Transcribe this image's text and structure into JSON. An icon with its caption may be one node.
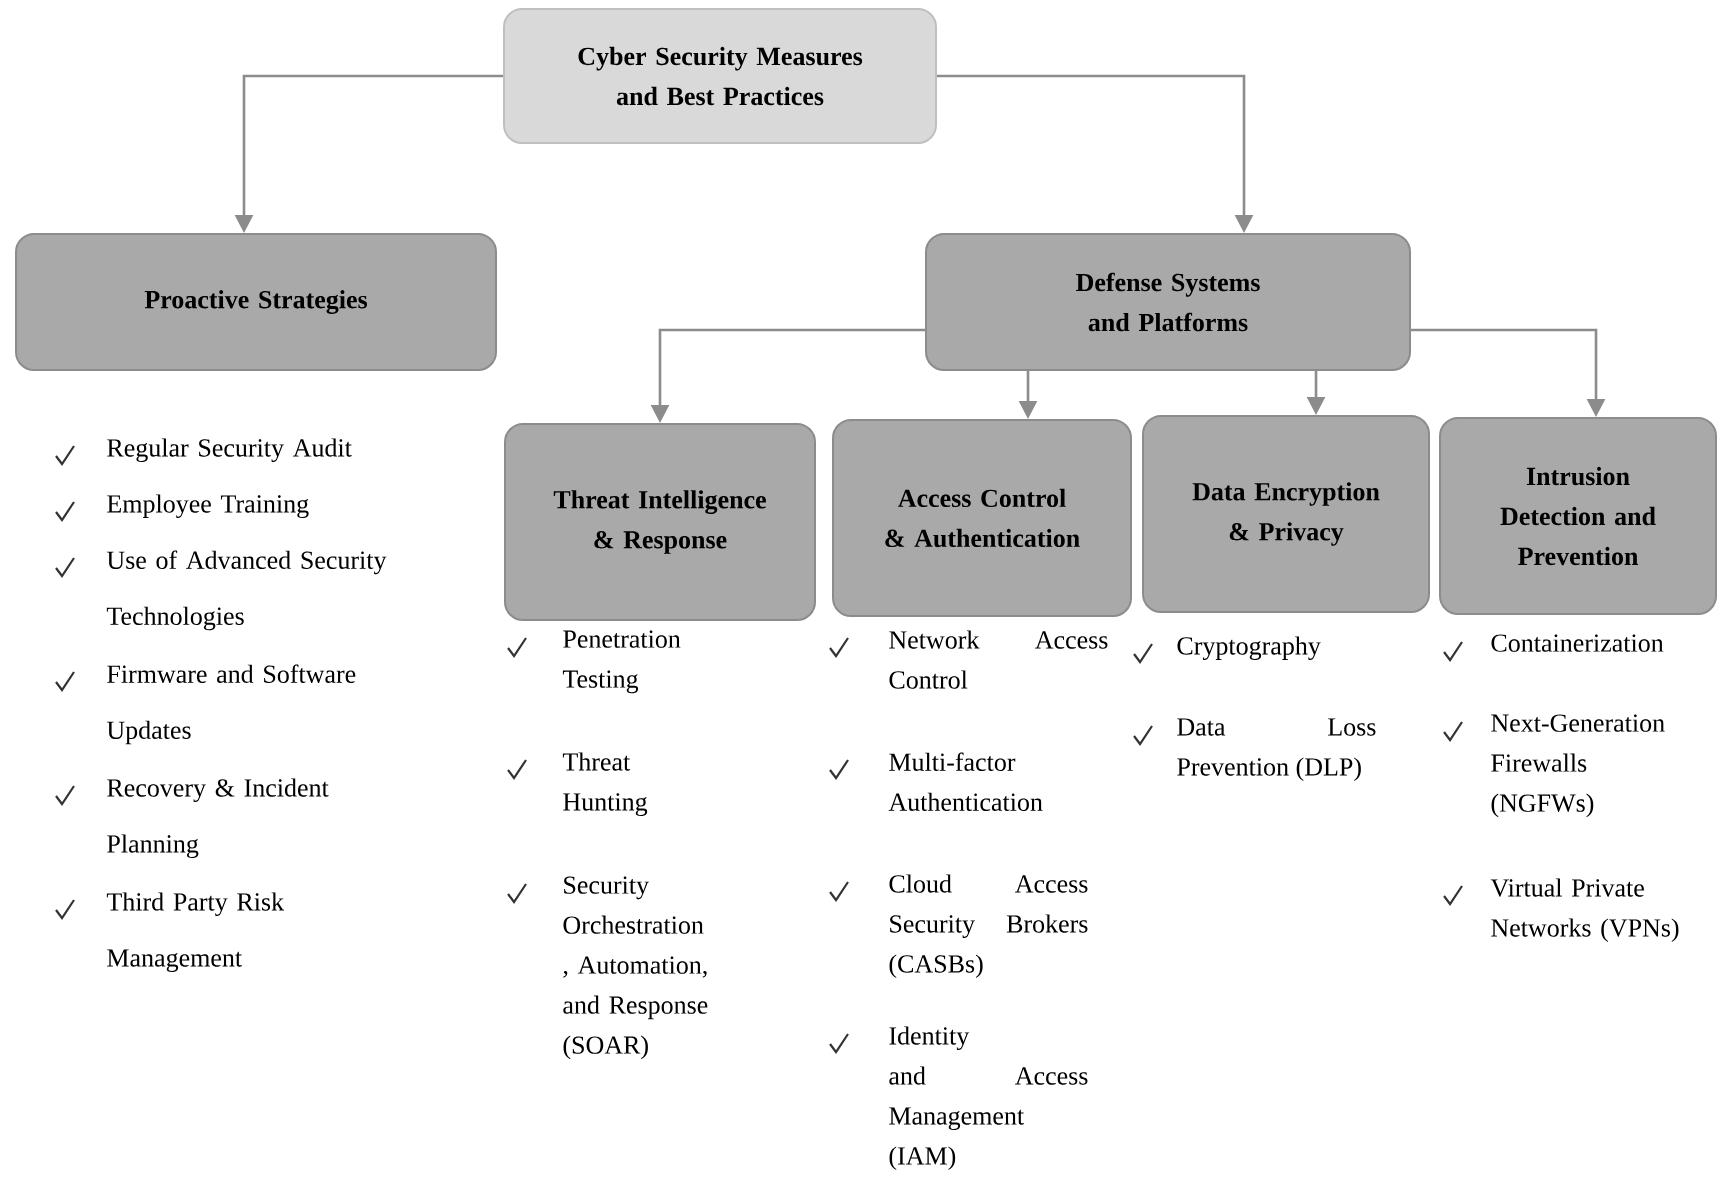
{
  "diagram": {
    "nodes": [
      {
        "text": [
          "Cyber Security Measures and Best Practices"
        ]
      },
      {
        "text": [
          "Proactive Strategies"
        ]
      },
      {
        "text": [
          "Defense Systems and Platforms"
        ]
      },
      {
        "text": [
          "Threat Intelligence & Response"
        ]
      },
      {
        "text": [
          "Access Control & Authentication"
        ]
      },
      {
        "text": [
          "Data Encryption & Privacy"
        ]
      },
      {
        "text": [
          "Intrusion Detection and Prevention"
        ]
      }
    ],
    "edges": [
      {
        "from": 0,
        "to": 1,
        "arrow": "to"
      },
      {
        "from": 0,
        "to": 2,
        "arrow": "to"
      },
      {
        "from": 2,
        "to": 3,
        "arrow": "to"
      },
      {
        "from": 2,
        "to": 4,
        "arrow": "to"
      },
      {
        "from": 2,
        "to": 5,
        "arrow": "to"
      },
      {
        "from": 2,
        "to": 6,
        "arrow": "to"
      }
    ],
    "labels": [
      "Regular Security Audit",
      "Employee Training",
      "Use of Advanced Security Technologies",
      "Firmware and Software Updates",
      "Recovery & Incident Planning",
      "Third Party Risk Management",
      "Penetration Testing",
      "Threat Hunting",
      "Security Orchestration , Automation, and Response (SOAR)",
      "Network Access Control",
      "Multi-factor Authentication",
      "Cloud Access Security Brokers (CASBs)",
      "Identity and Access Management (IAM)",
      "Cryptography",
      "Data Loss Prevention (DLP)",
      "Containerization",
      "Next-Generation Firewalls (NGFWs)",
      "Virtual Private Networks (VPNs)"
    ]
  }
}
